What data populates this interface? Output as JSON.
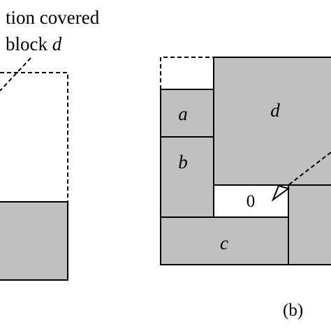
{
  "colors": {
    "block_fill": "#c0c0c0",
    "stroke": "#000000",
    "background": "#ffffff"
  },
  "annotation": {
    "line1": "tion covered",
    "line2_prefix": "block ",
    "line2_var": "d"
  },
  "blocks": {
    "a": "a",
    "b": "b",
    "c": "c",
    "d": "d"
  },
  "gap_label": "0",
  "panel_label": "(b)"
}
